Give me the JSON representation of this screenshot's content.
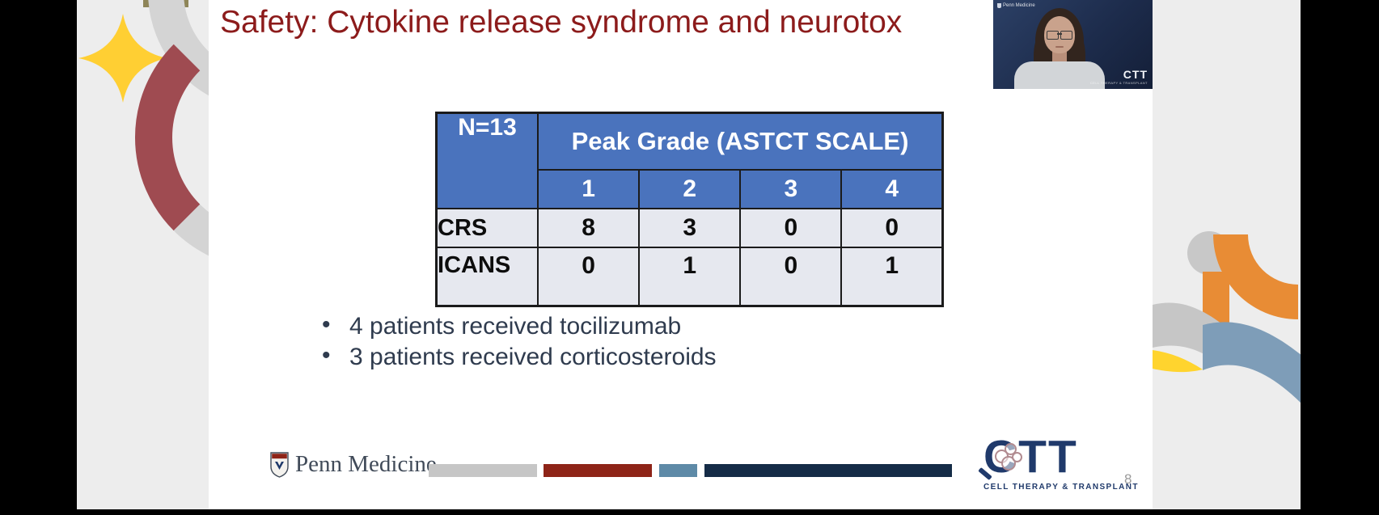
{
  "slide": {
    "title": "Safety: Cytokine release syndrome and neurotox",
    "table": {
      "n_label": "N=13",
      "header": "Peak Grade (ASTCT SCALE)",
      "grade_columns": [
        "1",
        "2",
        "3",
        "4"
      ],
      "rows": [
        {
          "label": "CRS",
          "values": [
            "8",
            "3",
            "0",
            "0"
          ]
        },
        {
          "label": "ICANS",
          "values": [
            "0",
            "1",
            "0",
            "1"
          ]
        }
      ]
    },
    "bullets": [
      "4 patients received tocilizumab",
      "3 patients received corticosteroids"
    ],
    "footer": {
      "penn_logo": "Penn Medicine",
      "ctt_logo": "CTT",
      "ctt_sub": "CELL THERAPY & TRANSPLANT",
      "page_number": "8"
    }
  },
  "webcam": {
    "watermark_top": "Penn Medicine",
    "watermark_bottom": "CTT",
    "watermark_bottom_sub": "CELL THERAPY & TRANSPLANT"
  },
  "colors": {
    "title_red": "#8c1b1b",
    "table_header_blue": "#4a73bd",
    "table_body_bg": "#e6e8ef",
    "bar_gray": "#c6c6c6",
    "bar_red": "#8e2418",
    "bar_steel": "#5e8aa7",
    "bar_navy": "#152c47",
    "ctt_navy": "#203a6b",
    "accent_yellow": "#ffcf33",
    "accent_maroon": "#9f4b51",
    "accent_orange": "#e88c35"
  }
}
